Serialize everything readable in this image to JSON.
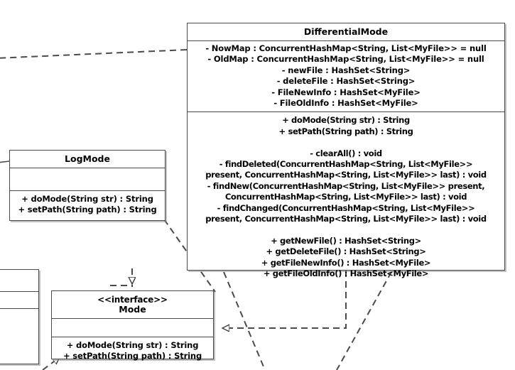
{
  "diagram": {
    "type": "uml-class-diagram",
    "background": "#ffffff",
    "line_color": "#4a4a4a",
    "text_color": "#000000"
  },
  "classes": {
    "differential_mode": {
      "name": "DifferentialMode",
      "attributes": "- NowMap : ConcurrentHashMap<String, List<MyFile>> = null\n- OldMap : ConcurrentHashMap<String, List<MyFile>> = null\n- newFile : HashSet<String>\n- deleteFile : HashSet<String>\n- FileNewInfo : HashSet<MyFile>\n- FileOldInfo : HashSet<MyFile>",
      "methods": "+ doMode(String str) : String\n+ setPath(String path) : String\n\n- clearAll() : void\n- findDeleted(ConcurrentHashMap<String, List<MyFile>>\npresent, ConcurrentHashMap<String, List<MyFile>> last) : void\n- findNew(ConcurrentHashMap<String, List<MyFile>> present,\nConcurrentHashMap<String, List<MyFile>> last) : void\n- findChanged(ConcurrentHashMap<String, List<MyFile>>\npresent, ConcurrentHashMap<String, List<MyFile>> last) : void\n\n+ getNewFile() : HashSet<String>\n+ getDeleteFile() : HashSet<String>\n+ getFileNewInfo() : HashSet<MyFile>\n+ getFileOldInfo() : HashSet<MyFile>"
    },
    "log_mode": {
      "name": "LogMode",
      "attributes": "",
      "methods": "+ doMode(String str) : String\n+ setPath(String path) : String"
    },
    "mode": {
      "stereotype": "<<interface>>",
      "name": "Mode",
      "attributes": "",
      "methods": "+ doMode(String str) : String\n+ setPath(String path) : String"
    },
    "clipped_left": {
      "name": "",
      "attributes": "",
      "methods": ""
    }
  },
  "relationships": [
    {
      "name": "logmode-realizes-mode",
      "kind": "realization",
      "style": "dashed",
      "arrowhead": "hollow-triangle",
      "from": "LogMode",
      "to": "Mode"
    },
    {
      "name": "differentialmode-realizes-mode",
      "kind": "realization",
      "style": "dashed",
      "arrowhead": "hollow-triangle",
      "from": "DifferentialMode",
      "to": "Mode"
    },
    {
      "name": "differentialmode-left-dependency",
      "kind": "dependency",
      "style": "dashed",
      "arrowhead": "none",
      "from": "DifferentialMode",
      "to": "off-canvas-left"
    },
    {
      "name": "clipped-left-realizes-mode",
      "kind": "realization",
      "style": "dashed",
      "arrowhead": "hollow-triangle",
      "from": "Mode",
      "to": "off-canvas-below-left"
    },
    {
      "name": "differentialmode-bottom-dependency-left",
      "kind": "dependency",
      "style": "dashed",
      "arrowhead": "none",
      "from": "DifferentialMode",
      "to": "off-canvas-bottom-left"
    },
    {
      "name": "differentialmode-bottom-dependency-right",
      "kind": "dependency",
      "style": "dashed",
      "arrowhead": "none",
      "from": "DifferentialMode",
      "to": "off-canvas-bottom-right"
    },
    {
      "name": "logmode-left-association",
      "kind": "association",
      "style": "solid",
      "arrowhead": "none",
      "from": "LogMode",
      "to": "off-canvas-left"
    }
  ]
}
